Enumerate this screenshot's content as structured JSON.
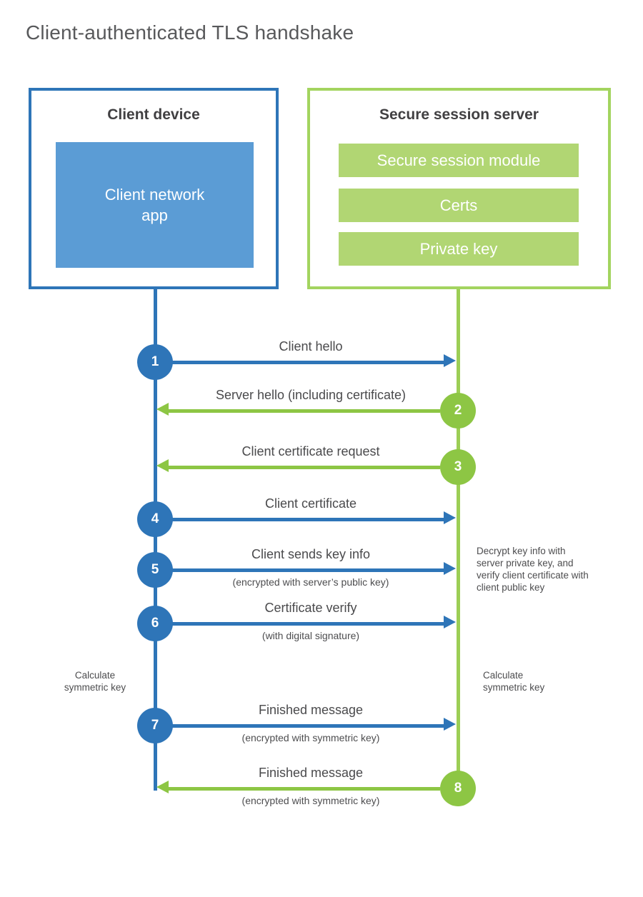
{
  "title": "Client-authenticated TLS handshake",
  "client": {
    "title": "Client device",
    "app_label": "Client network app"
  },
  "server": {
    "title": "Secure session server",
    "modules": [
      "Secure session module",
      "Certs",
      "Private key"
    ]
  },
  "steps": [
    {
      "num": "1",
      "label": "Client hello",
      "direction": "client-to-server",
      "color": "#2E75B8"
    },
    {
      "num": "2",
      "label": "Server hello (including certificate)",
      "direction": "server-to-client",
      "color": "#8DC644"
    },
    {
      "num": "3",
      "label": "Client certificate request",
      "direction": "server-to-client",
      "color": "#8DC644"
    },
    {
      "num": "4",
      "label": "Client certificate",
      "direction": "client-to-server",
      "color": "#2E75B8"
    },
    {
      "num": "5",
      "label": "Client sends key info",
      "sub": "(encrypted with server’s public key)",
      "direction": "client-to-server",
      "color": "#2E75B8"
    },
    {
      "num": "6",
      "label": "Certificate verify",
      "sub": "(with digital signature)",
      "direction": "client-to-server",
      "color": "#2E75B8"
    },
    {
      "num": "7",
      "label": "Finished message",
      "sub": "(encrypted with symmetric key)",
      "direction": "client-to-server",
      "color": "#2E75B8"
    },
    {
      "num": "8",
      "label": "Finished message",
      "sub": "(encrypted with symmetric key)",
      "direction": "server-to-client",
      "color": "#8DC644"
    }
  ],
  "annotations": {
    "decrypt_note": "Decrypt key info with server private key, and verify client certificate with client public key",
    "calc_left": "Calculate symmetric key",
    "calc_right": "Calculate symmetric key"
  },
  "colors": {
    "client_accent": "#2E75B8",
    "client_fill": "#5B9CD5",
    "server_accent": "#8DC644",
    "server_border": "#A3D45F",
    "server_fill": "#B1D673"
  }
}
